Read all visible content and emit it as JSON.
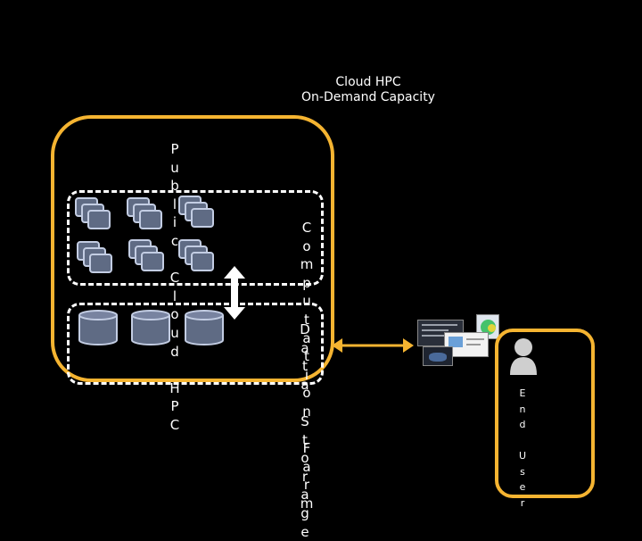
{
  "title": {
    "line1": "Cloud HPC",
    "line2": "On-Demand Capacity"
  },
  "labels": {
    "public_cloud_hpc": "P\nu\nb\nl\ni\nc\n \nC\nl\no\nu\nd\n \nH\nP\nC",
    "compute": "C\no\nm\np\nu\nt\na\nt\ni\no\nn\n \nF\na\nr\nm",
    "data_storage": "D\na\nt\na\n \nS\nt\no\nr\na\ng\ne",
    "end_user": "E\nn\nd\n \nU\ns\ne\nr"
  },
  "colors": {
    "accent": "#f5b431",
    "node_fill": "#5f6b84",
    "node_border": "#c3cde3",
    "background": "#000000"
  },
  "icons": [
    "server-stack-icon",
    "storage-cylinder-icon",
    "bidirectional-arrow-icon",
    "user-icon",
    "screenshot-thumbnail"
  ]
}
